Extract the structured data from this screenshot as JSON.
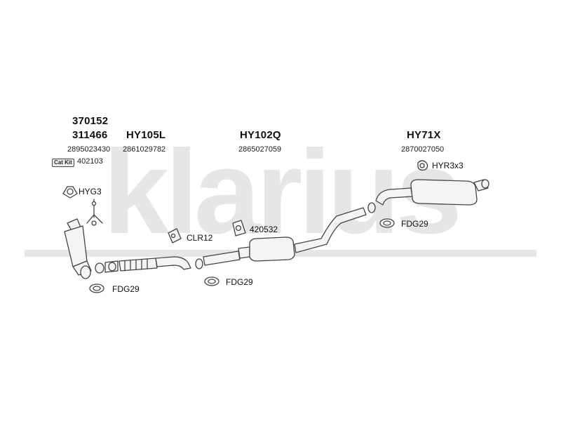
{
  "watermark": {
    "text": "klarius",
    "color": "#e6e6e6"
  },
  "sections": [
    {
      "id": "front",
      "part_numbers": [
        "370152",
        "311466"
      ],
      "code": "2895023430"
    },
    {
      "id": "front-pipe",
      "part_numbers": [
        "HY105L"
      ],
      "code": "2861029782"
    },
    {
      "id": "centre",
      "part_numbers": [
        "HY102Q"
      ],
      "code": "2865027059"
    },
    {
      "id": "rear",
      "part_numbers": [
        "HY71X"
      ],
      "code": "2870027050"
    }
  ],
  "cat_kit": {
    "badge": "Cat Kit",
    "code": "402103"
  },
  "fittings": {
    "hyg3": "HYG3",
    "clr12": "CLR12",
    "mount_420532": "420532",
    "hyr3x3": "HYR3x3",
    "fdg29_front": "FDG29",
    "fdg29_mid": "FDG29",
    "fdg29_rear": "FDG29"
  },
  "colors": {
    "line": "#444444",
    "part_fill": "#f4f4f4"
  }
}
